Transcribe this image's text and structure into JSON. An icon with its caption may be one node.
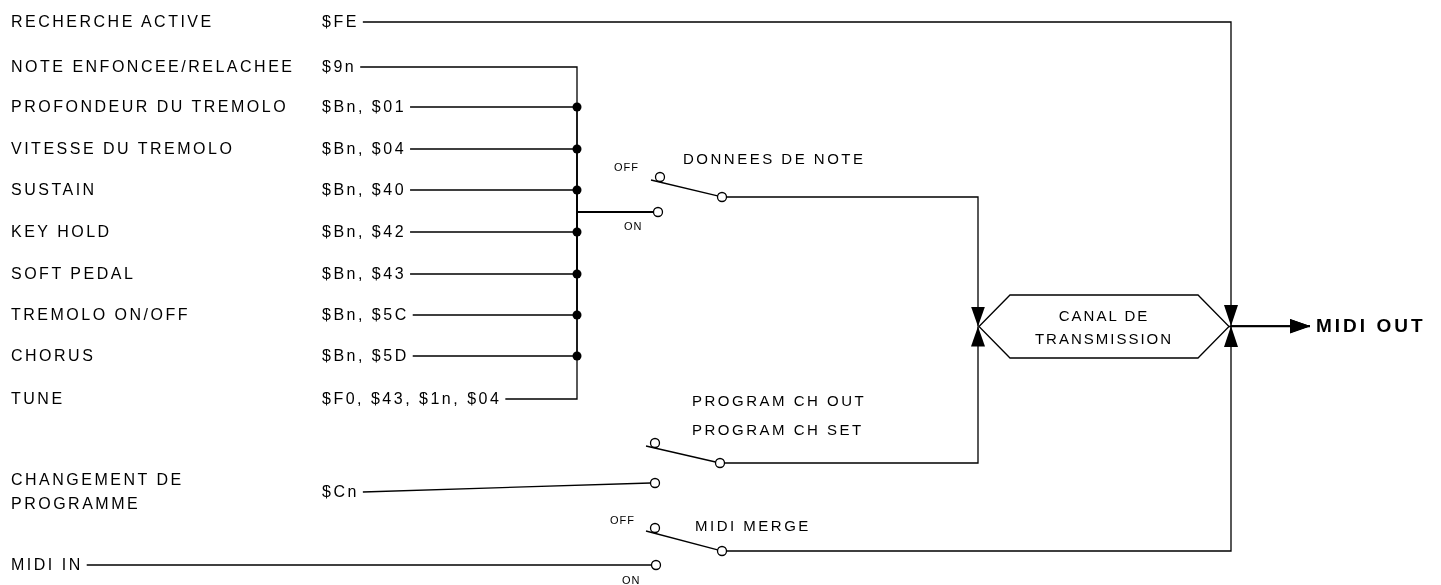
{
  "diagram": {
    "nodes": [
      {
        "text": [
          "RECHERCHE ACTIVE",
          "$FE"
        ]
      },
      {
        "text": [
          "NOTE ENFONCEE/RELACHEE",
          "$9n"
        ]
      },
      {
        "text": [
          "PROFONDEUR DU TREMOLO",
          "$Bn, $01"
        ]
      },
      {
        "text": [
          "VITESSE DU TREMOLO",
          "$Bn, $04"
        ]
      },
      {
        "text": [
          "SUSTAIN",
          "$Bn, $40"
        ]
      },
      {
        "text": [
          "KEY HOLD",
          "$Bn, $42"
        ]
      },
      {
        "text": [
          "SOFT PEDAL",
          "$Bn, $43"
        ]
      },
      {
        "text": [
          "TREMOLO ON/OFF",
          "$Bn, $5C"
        ]
      },
      {
        "text": [
          "CHORUS",
          "$Bn, $5D"
        ]
      },
      {
        "text": [
          "TUNE",
          "$F0, $43, $1n, $04"
        ]
      },
      {
        "text": [
          "CHANGEMENT DE PROGRAMME",
          "$Cn"
        ]
      },
      {
        "text": [
          "MIDI IN"
        ]
      },
      {
        "text": [
          "DONNEES DE NOTE"
        ],
        "beside": [
          "OFF",
          "ON"
        ]
      },
      {
        "text": [
          "PROGRAM CH OUT",
          "PROGRAM CH SET"
        ]
      },
      {
        "text": [
          "MIDI MERGE"
        ],
        "beside": [
          "OFF",
          "ON"
        ]
      },
      {
        "text": [
          "CANAL DE TRANSMISSION"
        ]
      },
      {
        "text": [
          "MIDI OUT"
        ]
      }
    ],
    "edges": [
      {
        "from": 0,
        "to": 16,
        "arrow": "to"
      },
      {
        "from": 1,
        "to": 12,
        "arrow": "none"
      },
      {
        "from": 2,
        "to": 12,
        "arrow": "none"
      },
      {
        "from": 3,
        "to": 12,
        "arrow": "none"
      },
      {
        "from": 4,
        "to": 12,
        "arrow": "none"
      },
      {
        "from": 5,
        "to": 12,
        "arrow": "none"
      },
      {
        "from": 6,
        "to": 12,
        "arrow": "none"
      },
      {
        "from": 7,
        "to": 12,
        "arrow": "none"
      },
      {
        "from": 8,
        "to": 12,
        "arrow": "none"
      },
      {
        "from": 9,
        "to": 12,
        "arrow": "none"
      },
      {
        "from": 10,
        "to": 13,
        "arrow": "none"
      },
      {
        "from": 11,
        "to": 14,
        "arrow": "none"
      },
      {
        "from": 12,
        "to": 15,
        "arrow": "to"
      },
      {
        "from": 13,
        "to": 15,
        "arrow": "to"
      },
      {
        "from": 15,
        "to": 16,
        "arrow": "to"
      },
      {
        "from": 14,
        "to": 16,
        "arrow": "to"
      }
    ]
  }
}
